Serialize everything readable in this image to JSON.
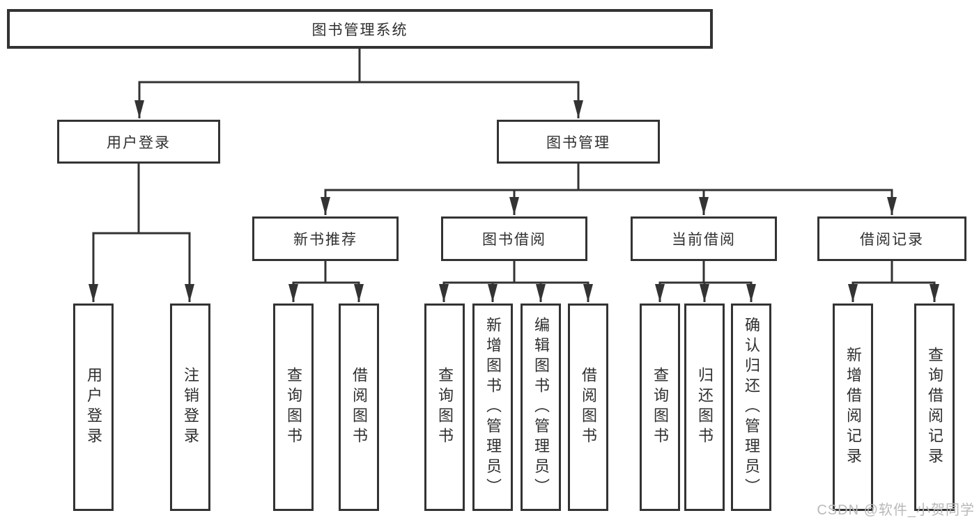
{
  "colors": {
    "background": "#ffffff",
    "line": "#333333",
    "text": "#2f2f2f",
    "watermark": "#b9b9b9"
  },
  "diagram": {
    "type": "hierarchy-tree",
    "levels": 4
  },
  "nodes": {
    "root": {
      "label": "图书管理系统"
    },
    "l2a": {
      "label": "用户登录"
    },
    "l2b": {
      "label": "图书管理"
    },
    "l3a": {
      "label": "新书推荐"
    },
    "l3b": {
      "label": "图书借阅"
    },
    "l3c": {
      "label": "当前借阅"
    },
    "l3d": {
      "label": "借阅记录"
    },
    "leaf1": {
      "label": "用户登录"
    },
    "leaf2": {
      "label": "注销登录"
    },
    "leaf3": {
      "label": "查询图书"
    },
    "leaf4": {
      "label": "借阅图书"
    },
    "leaf5": {
      "label": "查询图书"
    },
    "leaf6": {
      "label": "新增图书（管理员）"
    },
    "leaf7": {
      "label": "编辑图书（管理员）"
    },
    "leaf8": {
      "label": "借阅图书"
    },
    "leaf9": {
      "label": "查询图书"
    },
    "leaf10": {
      "label": "归还图书"
    },
    "leaf11": {
      "label": "确认归还（管理员）"
    },
    "leaf12": {
      "label": "新增借阅记录"
    },
    "leaf13": {
      "label": "查询借阅记录"
    }
  },
  "watermark": {
    "text": "CSDN @软件_小贺同学"
  }
}
